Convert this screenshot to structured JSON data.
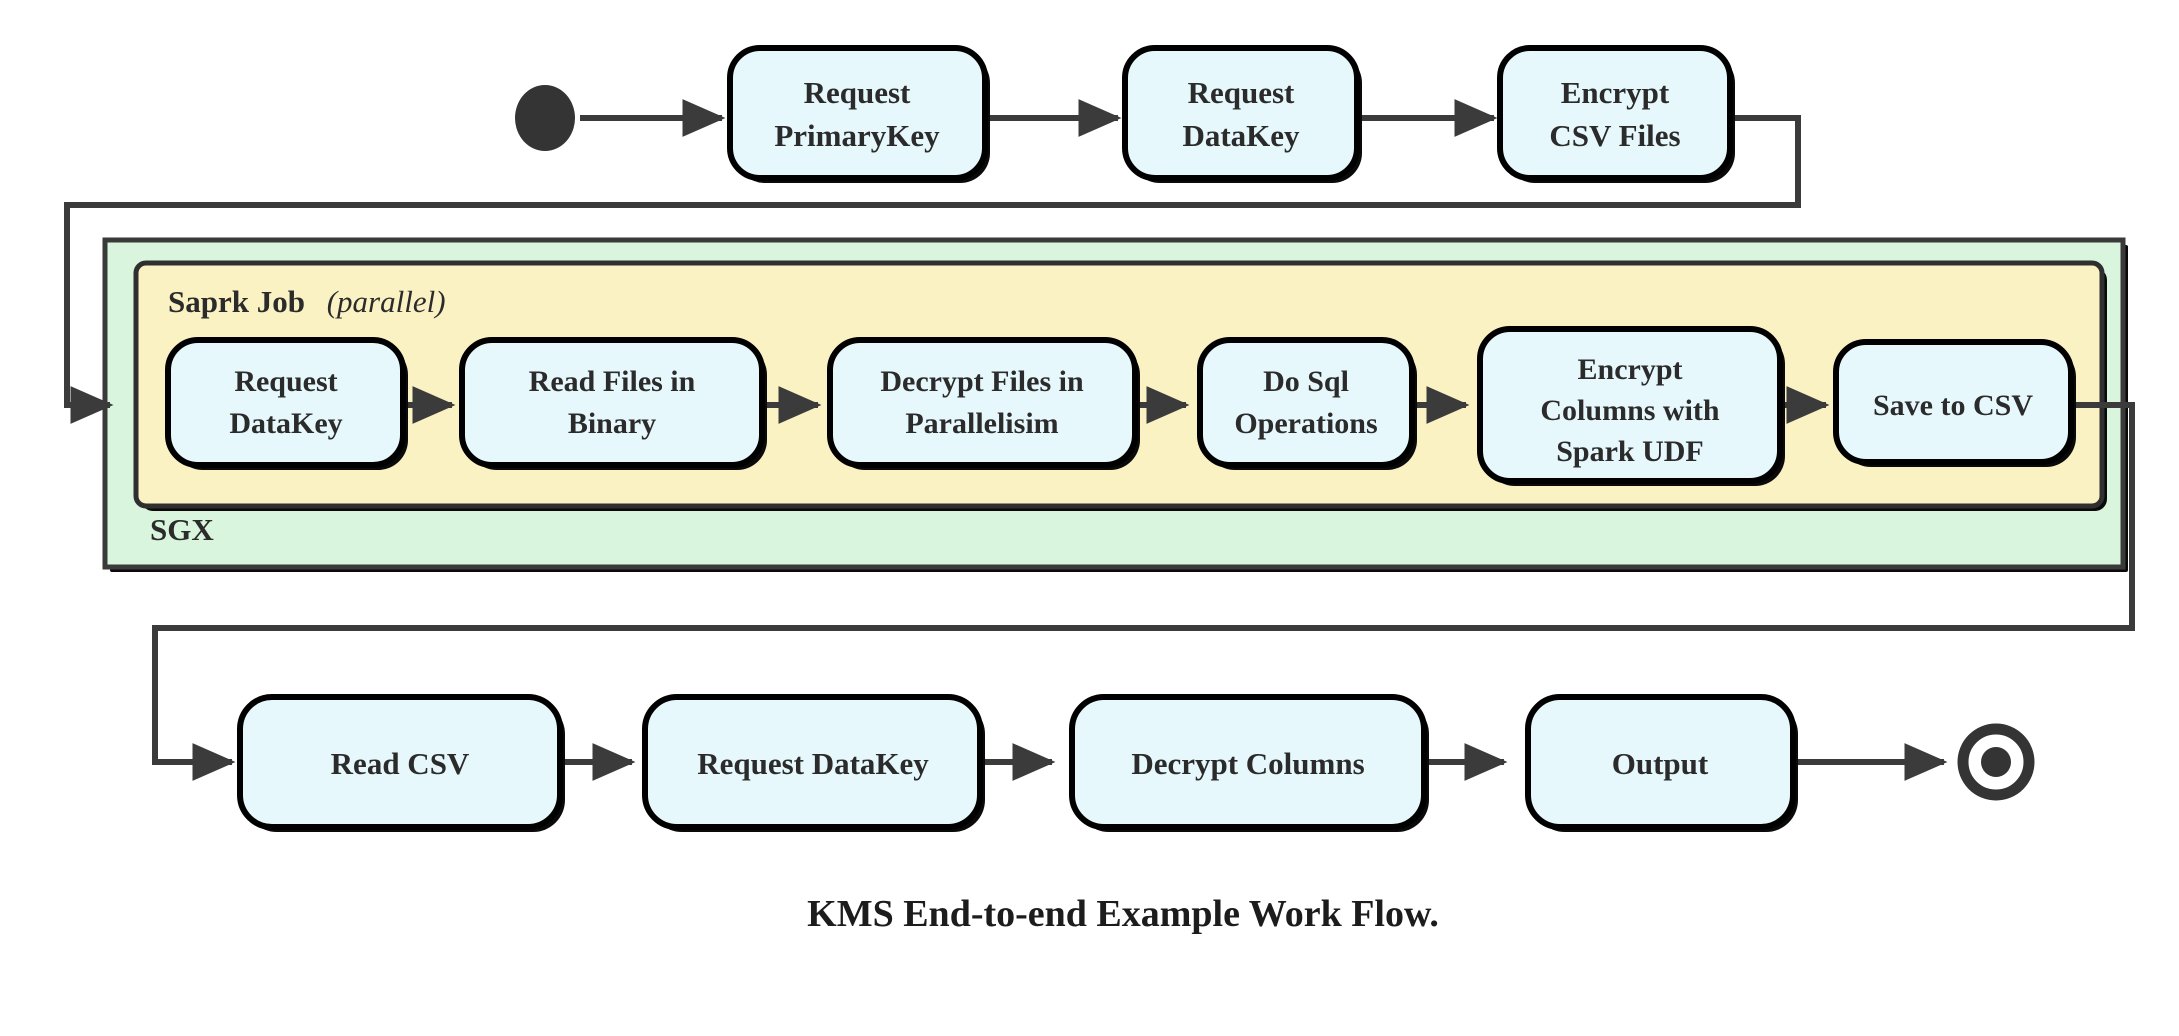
{
  "diagram": {
    "title": "KMS End-to-end Example Work Flow.",
    "colors": {
      "node_fill": "#e6f8fc",
      "node_stroke": "#000000",
      "sgx_fill": "#d9f5dd",
      "spark_fill": "#fbf2c4",
      "group_stroke": "#3a3a3a",
      "edge": "#3b3b3b",
      "text": "#2b2b2b"
    },
    "start_node": {
      "name": "start",
      "shape": "filled-circle"
    },
    "end_node": {
      "name": "end",
      "shape": "double-circle"
    },
    "groups": [
      {
        "id": "sgx",
        "label": "SGX",
        "label_suffix": "",
        "fill": "#d9f5dd"
      },
      {
        "id": "spark",
        "label": "Saprk Job",
        "label_suffix": "(parallel)",
        "fill": "#fbf2c4"
      }
    ],
    "rows": {
      "top": {
        "nodes": [
          {
            "id": "request-primarykey",
            "lines": [
              "Request",
              "PrimaryKey"
            ]
          },
          {
            "id": "request-datakey-top",
            "lines": [
              "Request",
              "DataKey"
            ]
          },
          {
            "id": "encrypt-csv-files",
            "lines": [
              "Encrypt",
              "CSV Files"
            ]
          }
        ]
      },
      "spark": {
        "nodes": [
          {
            "id": "request-datakey-spark",
            "lines": [
              "Request",
              "DataKey"
            ]
          },
          {
            "id": "read-files-in-binary",
            "lines": [
              "Read Files in",
              "Binary"
            ]
          },
          {
            "id": "decrypt-files-in-parallelisim",
            "lines": [
              "Decrypt Files in",
              "Parallelisim"
            ]
          },
          {
            "id": "do-sql-operations",
            "lines": [
              "Do Sql",
              "Operations"
            ]
          },
          {
            "id": "encrypt-columns-with-spark-udf",
            "lines": [
              "Encrypt",
              "Columns with",
              "Spark UDF"
            ]
          },
          {
            "id": "save-to-csv",
            "lines": [
              "Save to CSV"
            ]
          }
        ]
      },
      "bottom": {
        "nodes": [
          {
            "id": "read-csv",
            "lines": [
              "Read CSV"
            ]
          },
          {
            "id": "request-datakey-bottom",
            "lines": [
              "Request DataKey"
            ]
          },
          {
            "id": "decrypt-columns",
            "lines": [
              "Decrypt Columns"
            ]
          },
          {
            "id": "output",
            "lines": [
              "Output"
            ]
          }
        ]
      }
    },
    "edges": [
      {
        "from": "start",
        "to": "request-primarykey"
      },
      {
        "from": "request-primarykey",
        "to": "request-datakey-top"
      },
      {
        "from": "request-datakey-top",
        "to": "encrypt-csv-files"
      },
      {
        "from": "encrypt-csv-files",
        "to": "request-datakey-spark"
      },
      {
        "from": "request-datakey-spark",
        "to": "read-files-in-binary"
      },
      {
        "from": "read-files-in-binary",
        "to": "decrypt-files-in-parallelisim"
      },
      {
        "from": "decrypt-files-in-parallelisim",
        "to": "do-sql-operations"
      },
      {
        "from": "do-sql-operations",
        "to": "encrypt-columns-with-spark-udf"
      },
      {
        "from": "encrypt-columns-with-spark-udf",
        "to": "save-to-csv"
      },
      {
        "from": "save-to-csv",
        "to": "read-csv"
      },
      {
        "from": "read-csv",
        "to": "request-datakey-bottom"
      },
      {
        "from": "request-datakey-bottom",
        "to": "decrypt-columns"
      },
      {
        "from": "decrypt-columns",
        "to": "output"
      },
      {
        "from": "output",
        "to": "end"
      }
    ]
  }
}
